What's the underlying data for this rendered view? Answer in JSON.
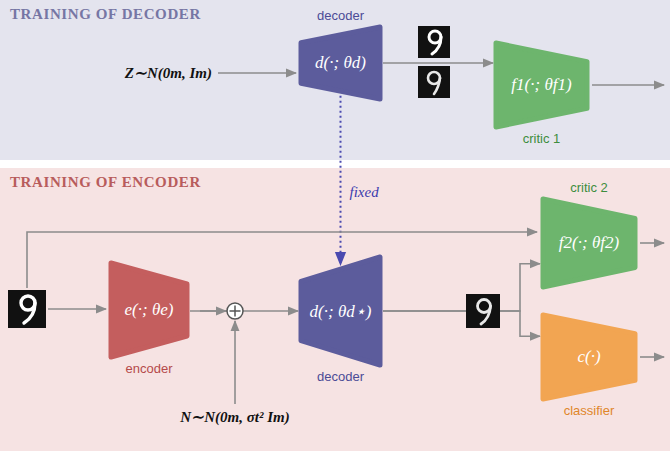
{
  "diagram": {
    "nodes": [
      {
        "text": [
          "TRAINING OF DECODER"
        ]
      },
      {
        "text": [
          "decoder",
          "d(·; θd)"
        ],
        "in": 0
      },
      {
        "text": [
          "f1(·; θf1)",
          "critic 1"
        ],
        "in": 0
      },
      {
        "text": [
          "TRAINING OF ENCODER"
        ]
      },
      {
        "text": [
          "e(·; θe)",
          "encoder"
        ],
        "in": 3
      },
      {
        "text": [
          "d(·; θd⋆)",
          "decoder"
        ],
        "in": 3
      },
      {
        "text": [
          "critic 2",
          "f2(·; θf2)"
        ],
        "in": 3
      },
      {
        "text": [
          "c(·)",
          "classifier"
        ],
        "in": 3
      }
    ],
    "edges": [
      {
        "from": 1,
        "to": 2,
        "arrow": "to"
      },
      {
        "from": 1,
        "to": 5,
        "label": "fixed",
        "arrow": "to"
      },
      {
        "from": 4,
        "to": 5,
        "arrow": "to"
      },
      {
        "from": 5,
        "to": 6,
        "arrow": "to"
      },
      {
        "from": 5,
        "to": 7,
        "arrow": "to"
      }
    ],
    "labels": [
      "Z∼N(0m, Im)",
      "N∼N(0m, σt² Im)"
    ]
  }
}
